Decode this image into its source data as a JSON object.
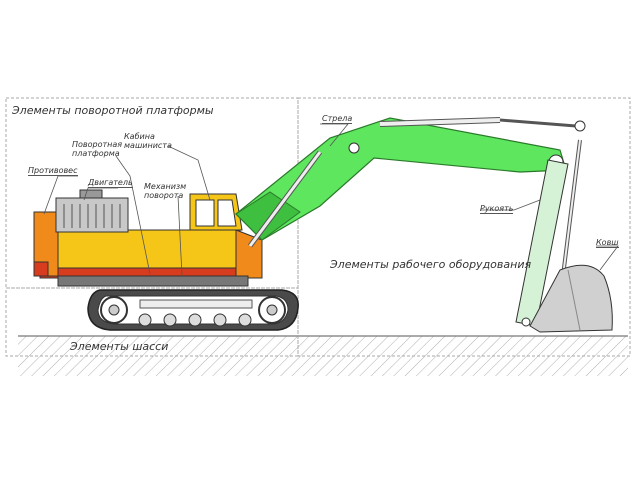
{
  "sections": {
    "platform": "Элементы поворотной платформы",
    "chassis": "Элементы шасси",
    "equipment": "Элементы рабочего оборудования"
  },
  "parts": {
    "counterweight": "Противовес",
    "engine": "Двигатель",
    "platform_line1": "Поворотная",
    "platform_line2": "платформа",
    "cabin_line1": "Кабина",
    "cabin_line2": "машиниста",
    "swing_line1": "Механизм",
    "swing_line2": "поворота",
    "boom": "Стрела",
    "stick": "Рукоять",
    "bucket": "Ковш"
  },
  "colors": {
    "boom_green": "#5ee65e",
    "stick_green": "#d6f2d6",
    "body_yellow": "#f5c518",
    "body_orange": "#f08a1a",
    "stripe_red": "#d73c1e",
    "engine_gray": "#c8c8c8",
    "track_dark": "#3a3a3a"
  }
}
